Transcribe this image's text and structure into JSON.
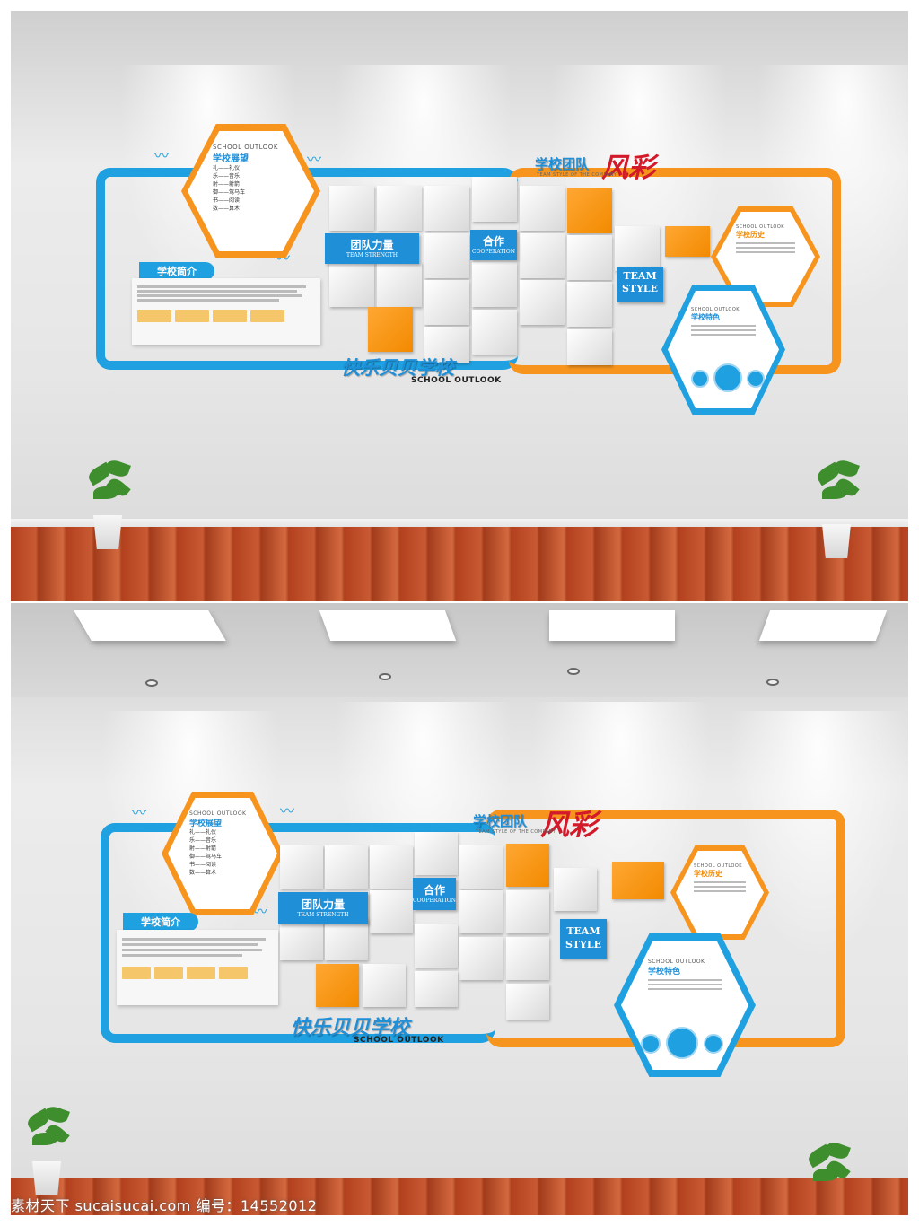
{
  "design": {
    "hex_left": {
      "eyebrow": "SCHOOL OUTLOOK",
      "heading": "学校展望",
      "lines": [
        "礼——礼仪",
        "乐——音乐",
        "射——射箭",
        "御——驾马车",
        "书——阅读",
        "数——算术"
      ]
    },
    "intro": {
      "label": "学校简介"
    },
    "tiles": {
      "team_strength": {
        "title": "团队力量",
        "sub": "TEAM STRENGTH"
      },
      "cooperation": {
        "title": "合作",
        "sub": "COOPERATION"
      },
      "team_style": {
        "line1": "TEAM",
        "line2": "STYLE"
      }
    },
    "title": {
      "main": "学校团队",
      "accent": "风彩",
      "sub": "TEAM STYLE OF THE COMPANY"
    },
    "hex_history": {
      "eyebrow": "SCHOOL OUTLOOK",
      "heading": "学校历史"
    },
    "hex_feature": {
      "eyebrow": "SCHOOL OUTLOOK",
      "heading": "学校特色"
    },
    "slogan": {
      "main": "快乐贝贝学校",
      "sub": "SCHOOL OUTLOOK"
    }
  },
  "watermark": "素材天下 sucaisucai.com  编号：14552012",
  "colors": {
    "blue": "#1fa0e0",
    "orange": "#f7941d",
    "red": "#d21a2a",
    "floor": "#b3401e"
  }
}
